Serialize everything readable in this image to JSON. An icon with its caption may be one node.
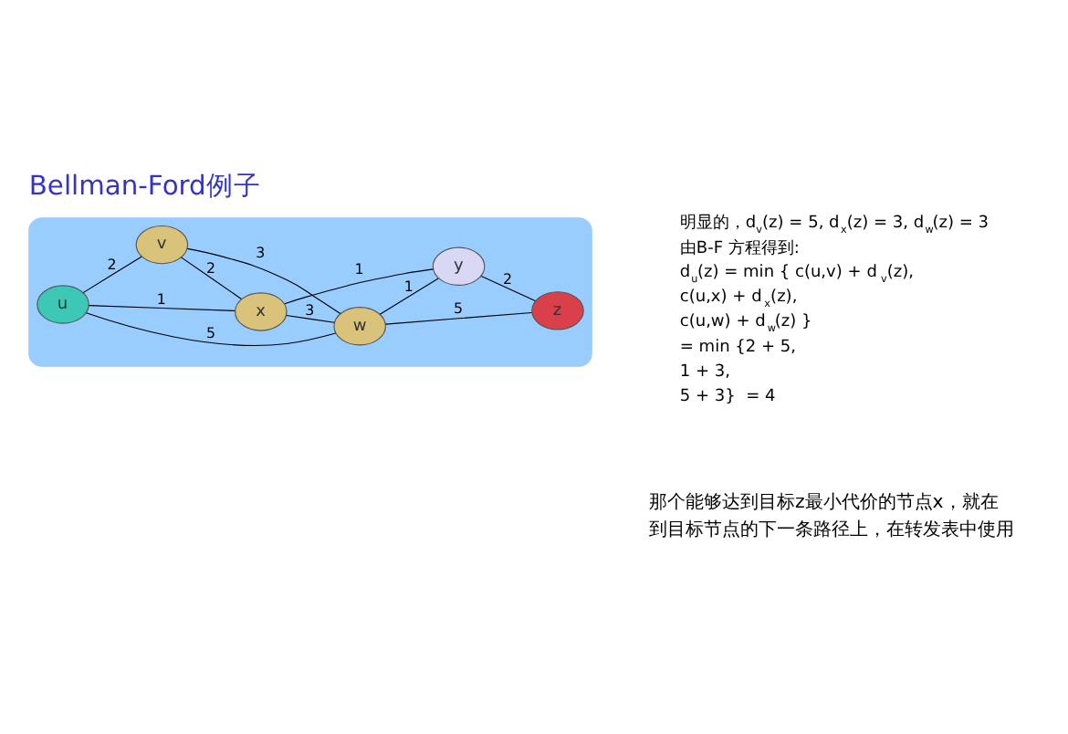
{
  "diagram": {
    "title": "Bellman-Ford例子",
    "caption": "那个能够达到目标z最小代价的节点x，就在到目标节点的下一条路径上，在转发表中使用",
    "nodes": [
      {
        "text": [],
        "shape": "cloud"
      },
      {
        "text": [
          "u"
        ],
        "in": 0
      },
      {
        "text": [
          "v"
        ],
        "in": 0
      },
      {
        "text": [
          "w"
        ],
        "in": 0
      },
      {
        "text": [
          "x"
        ],
        "in": 0
      },
      {
        "text": [
          "y"
        ],
        "in": 0
      },
      {
        "text": [
          "z"
        ],
        "in": 0
      }
    ],
    "edges": [
      {
        "from": 1,
        "to": 3,
        "arrow": "none",
        "label": "5"
      },
      {
        "from": 1,
        "to": 2,
        "arrow": "none",
        "label": "2"
      },
      {
        "from": 2,
        "to": 3,
        "arrow": "none",
        "label": "3"
      },
      {
        "from": 3,
        "to": 6,
        "arrow": "none",
        "label": "5"
      },
      {
        "from": 2,
        "to": 4,
        "arrow": "none",
        "label": "2"
      },
      {
        "from": 4,
        "to": 3,
        "arrow": "none",
        "label": "3"
      },
      {
        "from": 3,
        "to": 5,
        "arrow": "none",
        "label": "1"
      },
      {
        "from": 1,
        "to": 4,
        "arrow": "none",
        "label": "1"
      },
      {
        "from": 5,
        "to": 6,
        "arrow": "none",
        "label": "2"
      },
      {
        "from": 4,
        "to": 5,
        "arrow": "none",
        "label": "1"
      }
    ],
    "labels": [
      "明显的，d$_{v}$(z) = 5, d$_{x}$(z) = 3, d$_{w}$(z) = 3",
      "由B-F 方程得到:",
      "d$_{u}$(z) = min { c(u,v) + d$_{v}$(z),",
      "c(u,x) + d$_{x}$(z),",
      "c(u,w) + d$_{w}$(z) }",
      "= min {2 + 5,",
      "1 + 3,",
      "5 + 3}  = 4"
    ]
  }
}
